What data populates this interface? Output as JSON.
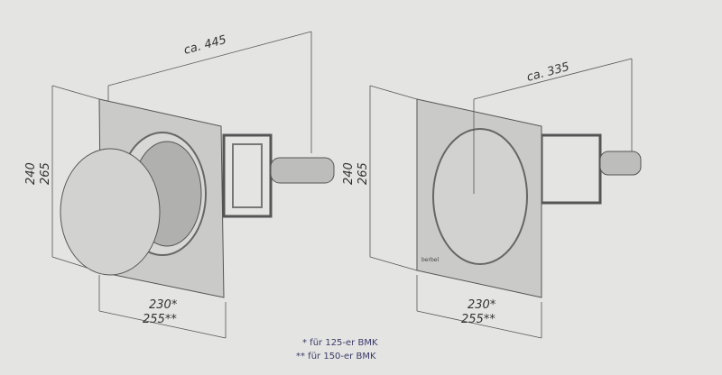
{
  "left_unit": {
    "depth_label": "ca. 445",
    "height_inner": "240",
    "height_outer": "265",
    "width_inner": "230*",
    "width_outer": "255**"
  },
  "right_unit": {
    "depth_label": "ca. 335",
    "height_inner": "240",
    "height_outer": "265",
    "width_inner": "230*",
    "width_outer": "255**",
    "brand": "berbel"
  },
  "footnotes": [
    "* für 125-er BMK",
    "** für 150-er BMK"
  ],
  "colors": {
    "background": "#e4e4e2",
    "plate": "#c9c9c7",
    "line": "#444444",
    "footnote": "#3a3a6a"
  }
}
